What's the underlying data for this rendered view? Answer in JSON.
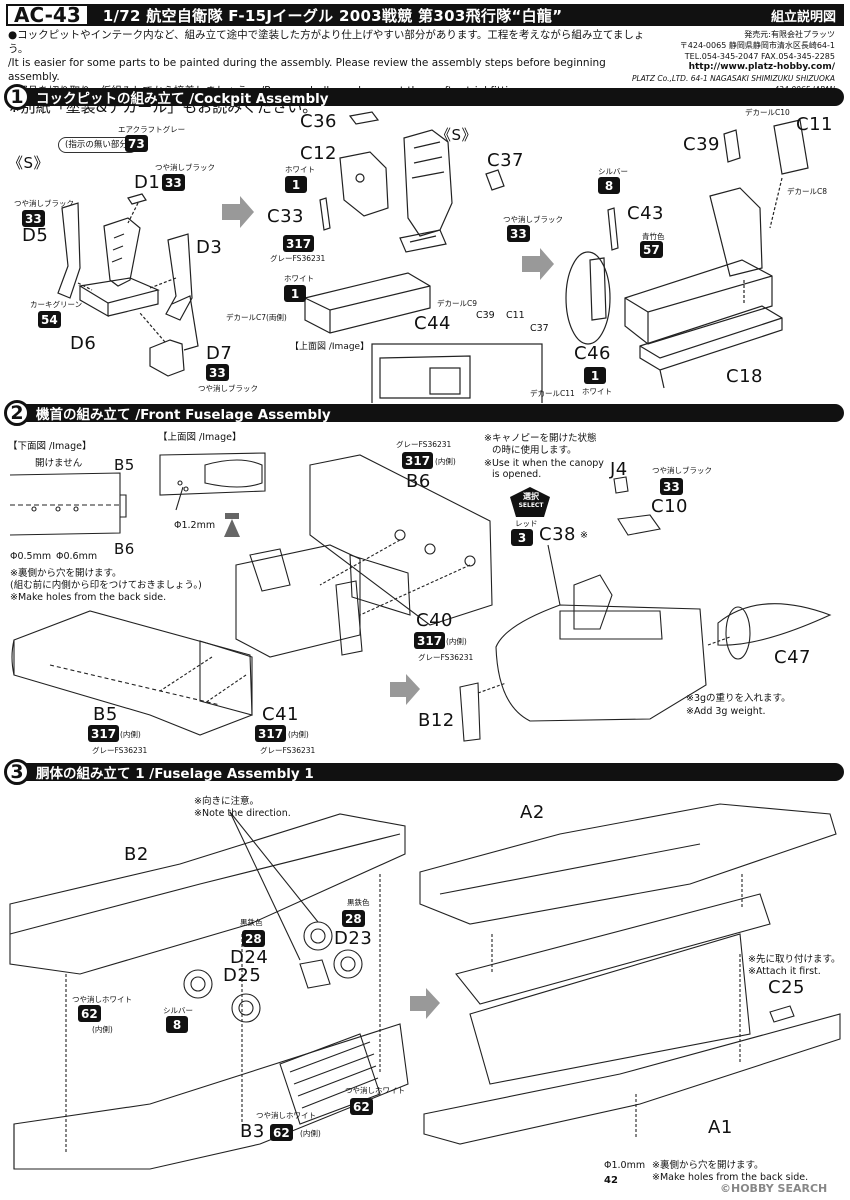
{
  "header": {
    "code": "AC-43",
    "title": "1/72 航空自衛隊 F-15Jイーグル 2003戦競 第303飛行隊“白龍”",
    "right": "組立説明図"
  },
  "notes": {
    "jp1": "●コックピットやインテーク内など、組み立て途中で塗装した方がより仕上げやすい部分があります。工程を考えながら組み立てましょう。",
    "en1": "/It is easier for some parts to be painted during the assembly. Please review the assembly steps before beginning assembly.",
    "jp2": "●部品を切り取り、仮組みしてから接着しましょう。",
    "en2": "/Remove bulks and cement them after trial fitting.",
    "big": "※別紙「塗装&デカール」もお読みください。"
  },
  "company": {
    "line1": "発売元:有限会社プラッツ",
    "line2": "〒424-0065 静岡県静岡市清水区長崎64-1",
    "line3": "TEL.054-345-2047 FAX.054-345-2285",
    "url": "http://www.platz-hobby.com/",
    "en": "PLATZ Co.,LTD. 64-1 NAGASAKI SHIMIZUKU SHIZUOKA",
    "en2": "424-0065 JAPAN"
  },
  "steps": [
    {
      "num": "1",
      "title": "コックピットの組み立て /Cockpit Assembly"
    },
    {
      "num": "2",
      "title": "機首の組み立て /Front Fuselage Assembly"
    },
    {
      "num": "3",
      "title": "胴体の組み立て 1 /Fuselage Assembly 1"
    }
  ],
  "step1": {
    "aircraft_gray_label": "エアクラフトグレー",
    "unspecified_label": "(指示の無い部分)",
    "c73": "73",
    "s_mark1": "《S》",
    "s_mark2": "《S》",
    "flat_black": "つや消しブラック",
    "d1": "D1",
    "d1_color": "33",
    "d5": "D5",
    "d5_color": "33",
    "d3": "D3",
    "khaki_green": "カーキグリーン",
    "d6": "D6",
    "d6_color": "54",
    "decal_c7": "デカールC7(両側)",
    "d7": "D7",
    "d7_color": "33",
    "d7_label": "つや消しブラック",
    "c36": "C36",
    "white": "ホワイト",
    "c12": "C12",
    "c12_color": "1",
    "c33": "C33",
    "c33_color": "317",
    "gray_fs": "グレーFS36231",
    "c_white": "1",
    "c37": "C37",
    "c37_color": "33",
    "c44": "C44",
    "top_view": "【上面図 /Image】",
    "decal_c9": "デカールC9",
    "c39b": "C39",
    "c11b": "C11",
    "c37b": "C37",
    "decal_c11": "デカールC11",
    "decal_c10": "デカールC10",
    "c11": "C11",
    "c39": "C39",
    "decal_c8": "デカールC8",
    "silver": "シルバー",
    "c43_color": "8",
    "c43": "C43",
    "blue_bamboo": "青竹色",
    "c43_color2": "57",
    "c46": "C46",
    "c46_color": "1",
    "c46_label": "ホワイト",
    "c18": "C18"
  },
  "step2": {
    "bottom_view": "【下面図 /Image】",
    "no_open": "開けません",
    "b5": "B5",
    "b6": "B6",
    "phi05": "Φ0.5mm",
    "phi06": "Φ0.6mm",
    "top_view": "【上面図 /Image】",
    "phi12": "Φ1.2mm",
    "hole_jp": "※裏側から穴を開けます。",
    "hole_jp2": "(組む前に内側から印をつけておきましょう。)",
    "hole_en": "※Make holes from the back side.",
    "gray_fs": "グレーFS36231",
    "b6_color": "317",
    "inside": "(内側)",
    "b6_label": "B6",
    "canopy_jp": "※キャノピーを開けた状態",
    "canopy_jp2": "の時に使用します。",
    "canopy_en": "※Use it when the canopy",
    "canopy_en2": "is opened.",
    "select": "選択",
    "select_en": "SELECT",
    "red": "レッド",
    "c38_color": "3",
    "c38": "C38",
    "c38_mark": "※",
    "j4": "J4",
    "c10_flat": "つや消しブラック",
    "c10_color": "33",
    "c10": "C10",
    "c40": "C40",
    "c40_color": "317",
    "c41": "C41",
    "c41_color": "317",
    "b5_label": "B5",
    "b5_color": "317",
    "b12": "B12",
    "c47": "C47",
    "weight_jp": "※3gの重りを入れます。",
    "weight_en": "※Add 3g weight."
  },
  "step3": {
    "direction_jp": "※向きに注意。",
    "direction_en": "※Note the direction.",
    "b2": "B2",
    "black_iron": "黒鉄色",
    "d24": "D24",
    "d24_color": "28",
    "d23": "D23",
    "d23_color": "28",
    "d25": "D25",
    "flat_white": "つや消しホワイト",
    "flat_white_color": "62",
    "silver": "シルバー",
    "silver_color": "8",
    "b3": "B3",
    "b3_color": "62",
    "flat_white2": "つや消しホワイト",
    "flat_white2_color": "62",
    "a2": "A2",
    "attach_jp": "※先に取り付けます。",
    "attach_en": "※Attach it first.",
    "c25": "C25",
    "a1": "A1",
    "phi10": "Φ1.0mm",
    "hole_jp": "※裏側から穴を開けます。",
    "hole_en": "※Make holes from the back side.",
    "page": "42",
    "watermark": "©HOBBY SEARCH"
  }
}
